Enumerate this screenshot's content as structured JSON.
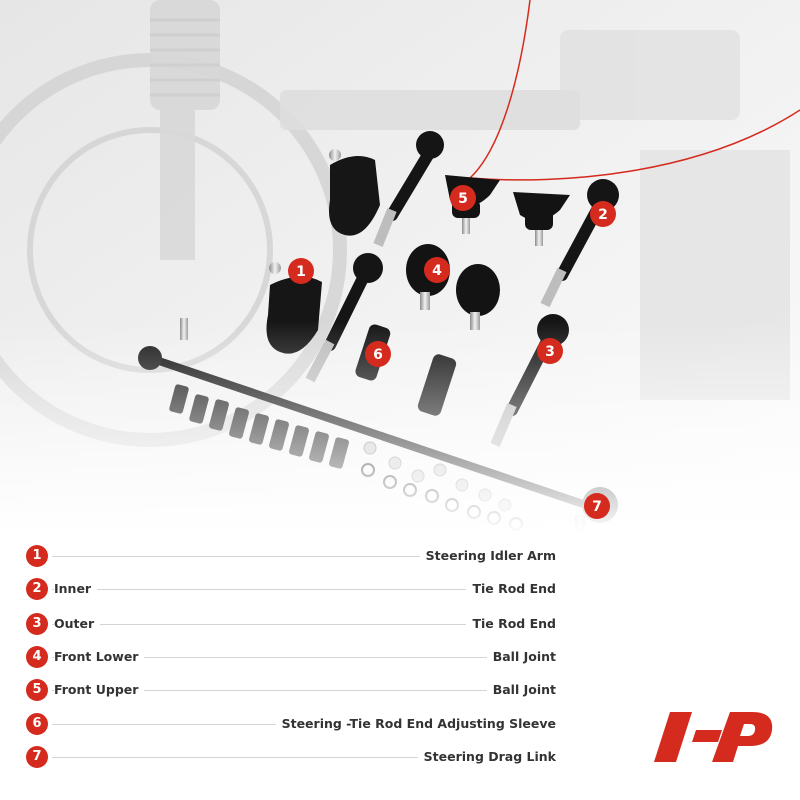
{
  "colors": {
    "accent": "#d52b1e",
    "text": "#333333",
    "rule": "#d4d4d4"
  },
  "photo": {
    "description_icon": "suspension-parts-photo",
    "callouts": [
      {
        "number": "1"
      },
      {
        "number": "2"
      },
      {
        "number": "3"
      },
      {
        "number": "4"
      },
      {
        "number": "5"
      },
      {
        "number": "6"
      },
      {
        "number": "7"
      }
    ]
  },
  "legend": [
    {
      "number": "1",
      "position": "",
      "name": "Steering Idler Arm"
    },
    {
      "number": "2",
      "position": "Inner",
      "name": "Tie Rod End"
    },
    {
      "number": "3",
      "position": "Outer",
      "name": "Tie Rod End"
    },
    {
      "number": "4",
      "position": "Front Lower",
      "name": "Ball Joint"
    },
    {
      "number": "5",
      "position": "Front Upper",
      "name": "Ball Joint"
    },
    {
      "number": "6",
      "position": "",
      "name": "Steering -Tie Rod End Adjusting Sleeve"
    },
    {
      "number": "7",
      "position": "",
      "name": "Steering Drag Link"
    }
  ],
  "brand": {
    "logo_icon": "brand-logo-icon"
  }
}
